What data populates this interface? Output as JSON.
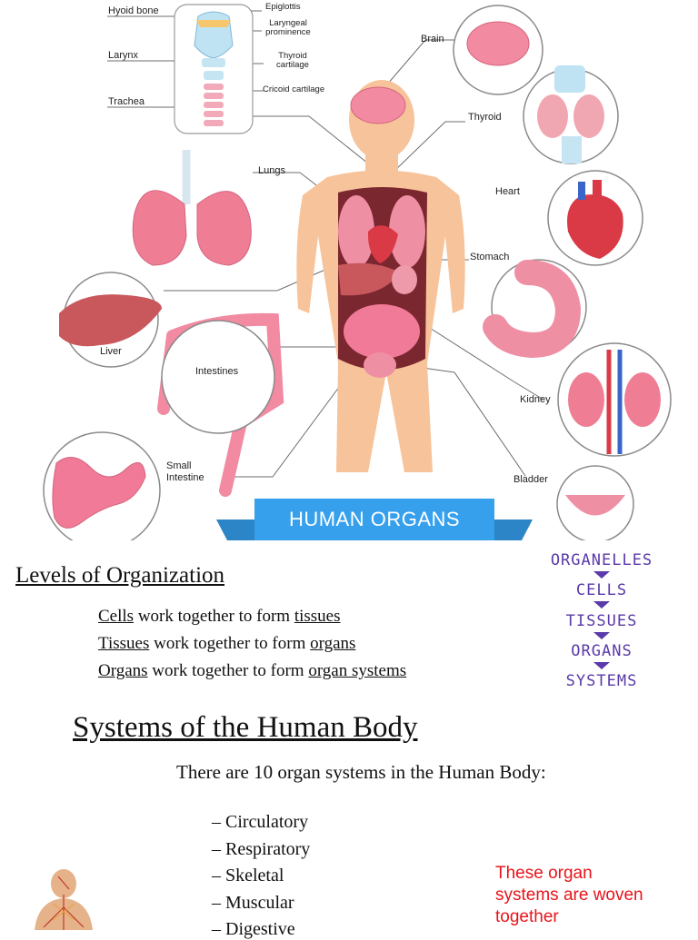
{
  "diagram": {
    "labels": {
      "hyoid_bone": "Hyoid bone",
      "larynx": "Larynx",
      "trachea": "Trachea",
      "epiglottis": "Epiglottis",
      "laryngeal_prominence": "Laryngeal prominence",
      "thyroid_cartilage": "Thyroid cartilage",
      "cricoid_cartilage": "Cricoid cartilage",
      "brain": "Brain",
      "thyroid": "Thyroid",
      "lungs": "Lungs",
      "heart": "Heart",
      "stomach": "Stomach",
      "liver": "Liver",
      "intestines": "Intestines",
      "kidney": "Kidney",
      "small_intestine": "Small Intestine",
      "bladder": "Bladder"
    },
    "banner": "HUMAN ORGANS",
    "colors": {
      "organ_pink": "#ef7e95",
      "skin": "#f7c39a",
      "banner_blue": "#37a0ec",
      "liver_red": "#c9585c"
    }
  },
  "levels": {
    "title": "Levels of Organization",
    "line1": {
      "a": "Cells",
      "b": " work together to form ",
      "c": "tissues"
    },
    "line2": {
      "a": "Tissues",
      "b": " work together to form ",
      "c": "organs"
    },
    "line3": {
      "a": "Organs",
      "b": " work together to form ",
      "c": "organ systems"
    },
    "hierarchy": [
      "ORGANELLES",
      "CELLS",
      "TISSUES",
      "ORGANS",
      "SYSTEMS"
    ]
  },
  "systems": {
    "title": "Systems of the Human Body",
    "intro": "There are 10 organ systems in the Human Body:",
    "items": [
      "Circulatory",
      "Respiratory",
      "Skeletal",
      "Muscular",
      "Digestive"
    ],
    "note": "These organ systems are woven together"
  }
}
